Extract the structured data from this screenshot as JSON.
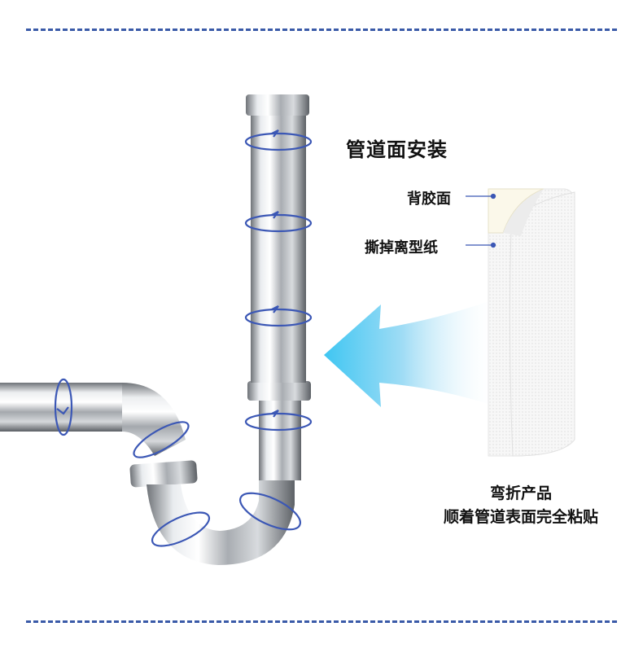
{
  "heading": "管道面安装",
  "labels": {
    "adhesive_side": "背胶面",
    "peel_paper": "撕掉离型纸"
  },
  "caption": {
    "line1": "弯折产品",
    "line2": "顺着管道表面完全粘贴"
  },
  "colors": {
    "divider": "#3a5aa8",
    "rotation_arrow": "#3b57b5",
    "arrow_gradient_start": "#45c8f3",
    "arrow_gradient_end": "#ffffff"
  },
  "icons": [
    "rotation-arrow-icon",
    "direction-arrow-icon"
  ]
}
